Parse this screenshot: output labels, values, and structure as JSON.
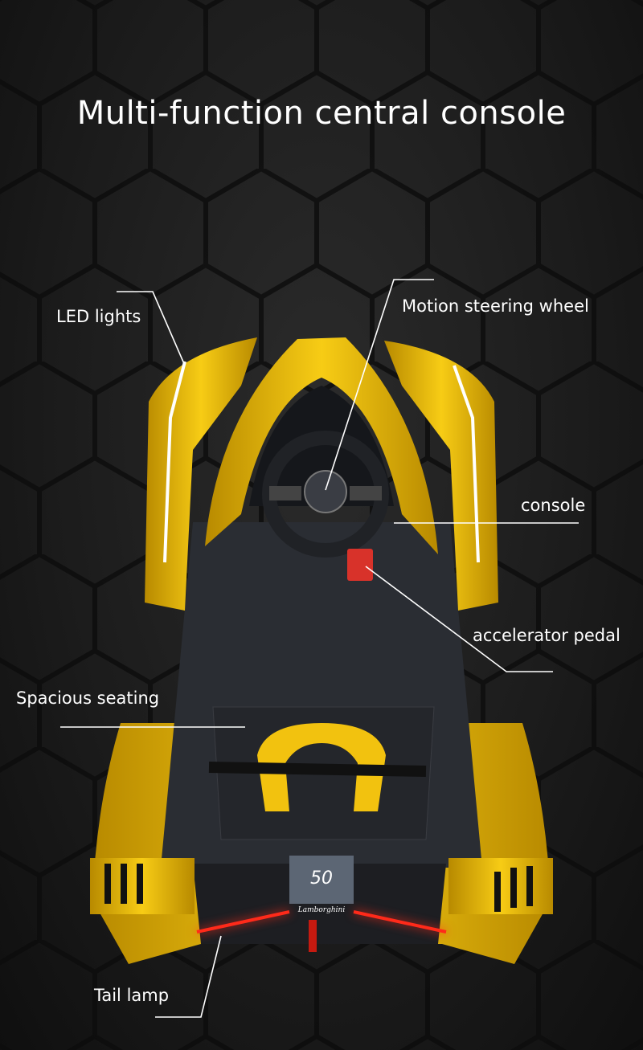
{
  "title": "Multi-function central console",
  "callouts": {
    "led_lights": "LED lights",
    "steering_wheel": "Motion steering wheel",
    "console": "console",
    "accelerator": "accelerator pedal",
    "seating": "Spacious seating",
    "tail_lamp": "Tail lamp"
  },
  "logo": {
    "badge": "50",
    "brand": "Lamborghini"
  },
  "colors": {
    "body": "#f2c20f",
    "background": "#1b1b1b",
    "tail_lamp": "#ff2a1a",
    "pedal": "#d8322a"
  }
}
